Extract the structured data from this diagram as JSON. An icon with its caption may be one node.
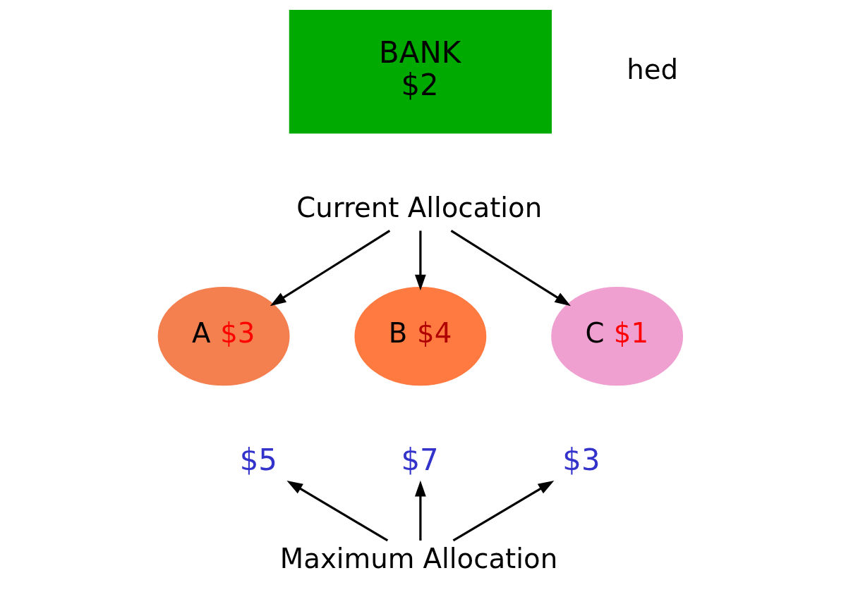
{
  "diagram": {
    "nodes": [
      {
        "text": [
          "BANK",
          "$2"
        ]
      },
      {
        "text": [
          "Current Allocation"
        ]
      },
      {
        "text": [
          "A",
          "$3"
        ]
      },
      {
        "text": [
          "B",
          "$4"
        ]
      },
      {
        "text": [
          "C",
          "$1"
        ]
      },
      {
        "text": [
          "$5"
        ]
      },
      {
        "text": [
          "$7"
        ]
      },
      {
        "text": [
          "$3"
        ]
      },
      {
        "text": [
          "Maximum Allocation"
        ]
      }
    ],
    "edges": [
      {
        "from": 1,
        "to": 2,
        "arrow": "to"
      },
      {
        "from": 1,
        "to": 3,
        "arrow": "to"
      },
      {
        "from": 1,
        "to": 4,
        "arrow": "to"
      },
      {
        "from": 8,
        "to": 5,
        "arrow": "to"
      },
      {
        "from": 8,
        "to": 6,
        "arrow": "to"
      },
      {
        "from": 8,
        "to": 7,
        "arrow": "to"
      }
    ],
    "labels": [
      "hed"
    ]
  }
}
